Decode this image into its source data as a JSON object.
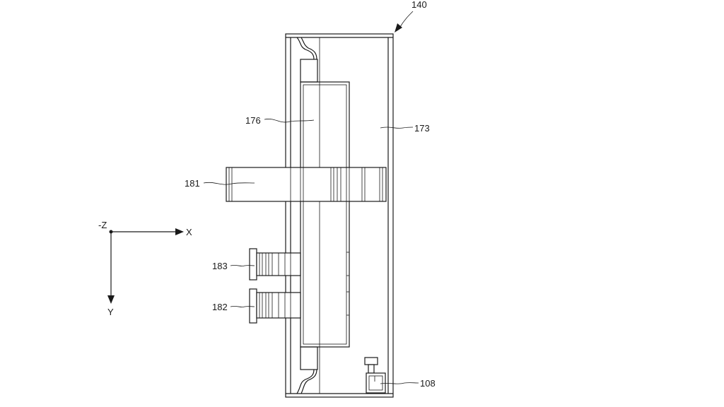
{
  "figure": {
    "reference_labels": {
      "assembly": "140",
      "part_176": "176",
      "part_173": "173",
      "part_181": "181",
      "part_183": "183",
      "part_182": "182",
      "part_108": "108"
    },
    "axes": {
      "origin_label": "-Z",
      "horizontal_label": "X",
      "vertical_label": "Y"
    }
  }
}
